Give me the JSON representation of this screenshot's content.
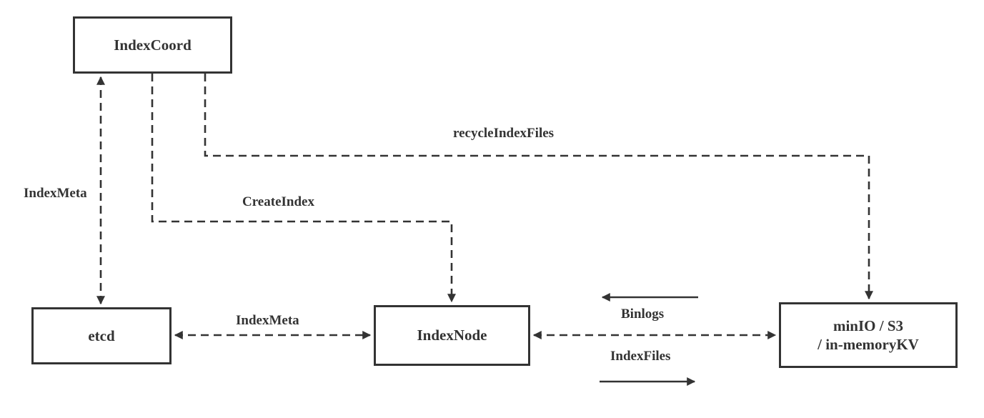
{
  "diagram": {
    "background_color": "#ffffff",
    "stroke_color": "#333333",
    "text_color": "#333333",
    "nodes": {
      "indexcoord": {
        "label": "IndexCoord"
      },
      "etcd": {
        "label": "etcd"
      },
      "indexnode": {
        "label": "IndexNode"
      },
      "storage": {
        "label_line1": "minIO / S3",
        "label_line2": "/ in-memoryKV"
      }
    },
    "edges": {
      "indexcoord_etcd": {
        "label": "IndexMeta",
        "style": "dashed",
        "arrows": "both"
      },
      "indexcoord_indexnode": {
        "label": "CreateIndex",
        "style": "dashed",
        "arrows": "end"
      },
      "indexcoord_storage": {
        "label": "recycleIndexFiles",
        "style": "dashed",
        "arrows": "end"
      },
      "etcd_indexnode": {
        "label": "IndexMeta",
        "style": "dashed",
        "arrows": "both"
      },
      "indexnode_storage": {
        "style": "dashed",
        "arrows": "both"
      },
      "binlogs_flow": {
        "label": "Binlogs",
        "style": "solid",
        "arrows": "left"
      },
      "indexfiles_flow": {
        "label": "IndexFiles",
        "style": "solid",
        "arrows": "right"
      }
    }
  }
}
